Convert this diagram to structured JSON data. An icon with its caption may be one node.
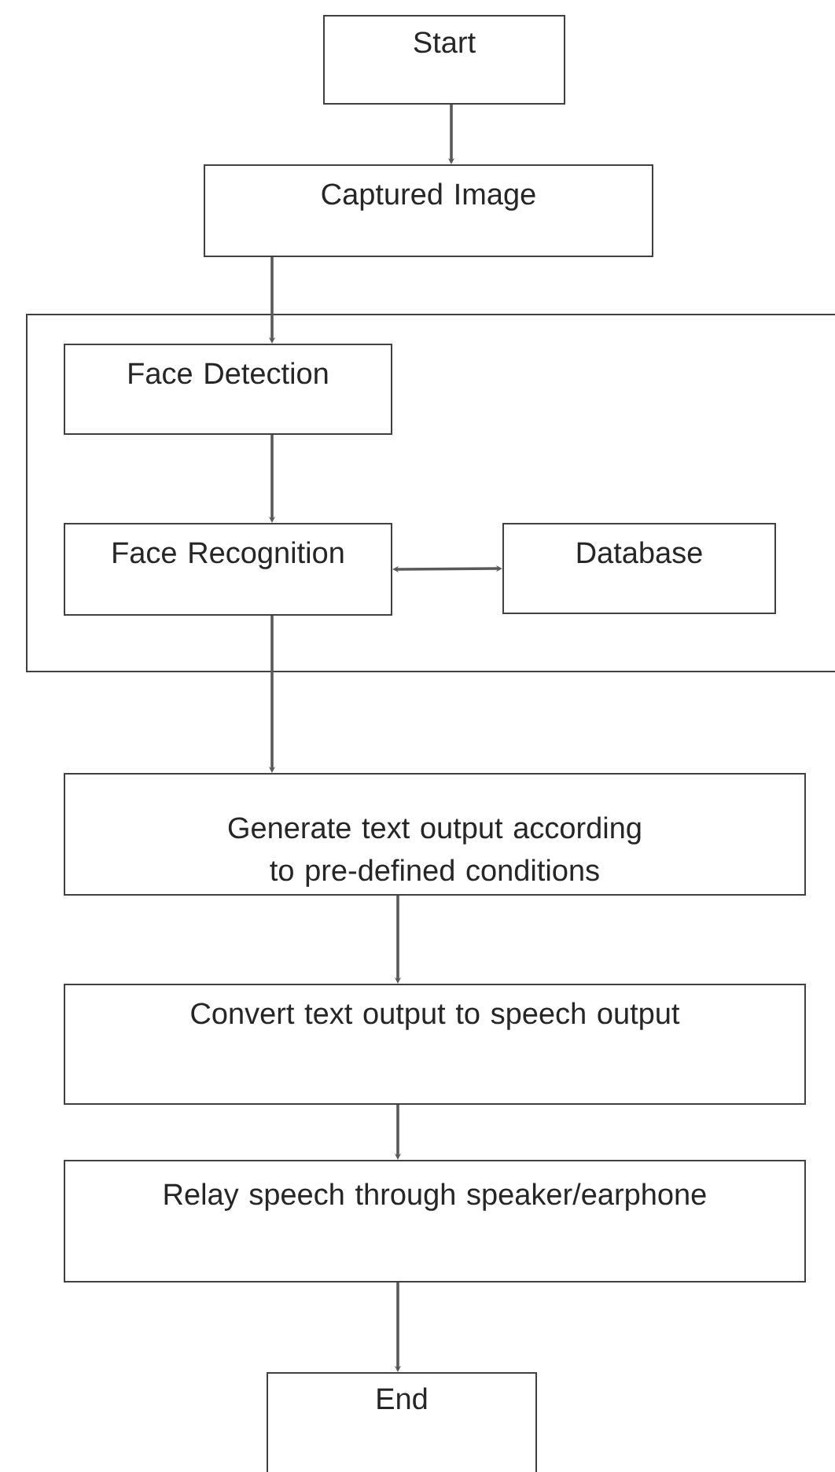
{
  "diagram": {
    "nodes": [
      {
        "text": [
          "Start"
        ]
      },
      {
        "text": [
          "Captured Image"
        ]
      },
      {
        "text": [],
        "shape": "box"
      },
      {
        "text": [
          "Face Detection"
        ],
        "in": 2
      },
      {
        "text": [
          "Face Recognition"
        ],
        "in": 2
      },
      {
        "text": [
          "Database"
        ],
        "in": 2
      },
      {
        "text": [
          "Generate text output according to pre-defined conditions"
        ]
      },
      {
        "text": [
          "Convert text output to speech output"
        ]
      },
      {
        "text": [
          "Relay speech through speaker/earphone"
        ]
      },
      {
        "text": [
          "End"
        ]
      }
    ],
    "edges": [
      {
        "from": 0,
        "to": 1,
        "arrow": "to"
      },
      {
        "from": 1,
        "to": 3,
        "arrow": "to"
      },
      {
        "from": 3,
        "to": 4,
        "arrow": "to"
      },
      {
        "from": 4,
        "to": 5,
        "arrow": "both"
      },
      {
        "from": 4,
        "to": 6,
        "arrow": "to"
      },
      {
        "from": 6,
        "to": 7,
        "arrow": "to"
      },
      {
        "from": 7,
        "to": 8,
        "arrow": "to"
      },
      {
        "from": 8,
        "to": 9,
        "arrow": "to"
      }
    ]
  }
}
